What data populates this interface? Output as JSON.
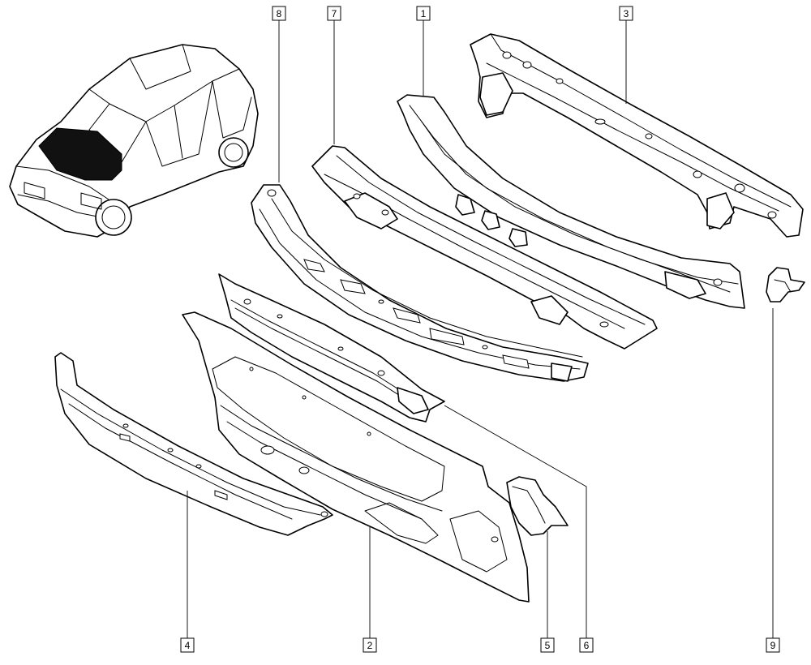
{
  "diagram": {
    "callouts": [
      {
        "id": "c1",
        "label": "1"
      },
      {
        "id": "c2",
        "label": "2"
      },
      {
        "id": "c3",
        "label": "3"
      },
      {
        "id": "c4",
        "label": "4"
      },
      {
        "id": "c5",
        "label": "5"
      },
      {
        "id": "c6",
        "label": "6"
      },
      {
        "id": "c7",
        "label": "7"
      },
      {
        "id": "c8",
        "label": "8"
      },
      {
        "id": "c9",
        "label": "9"
      }
    ],
    "colors": {
      "line": "#000000",
      "background": "#ffffff",
      "highlight": "#111111"
    }
  }
}
